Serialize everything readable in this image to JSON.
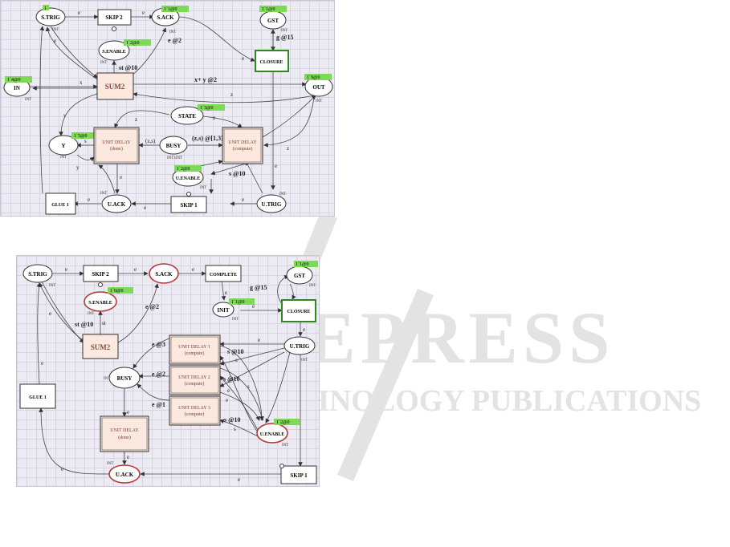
{
  "watermark": {
    "word1": "SCITEPRESS",
    "word2": "SCIENCE AND TECHNOLOGY PUBLICATIONS",
    "color": "#e3e3e3"
  },
  "colors": {
    "place_fill": "#ffffff",
    "subst_fill": "#fbe9df",
    "closure_border": "#2f8a1e",
    "token_badge": "#7ed957",
    "place_red": "#b23a3a",
    "arc": "#333333"
  },
  "diagram1": {
    "places": {
      "strig": "S.TRIG",
      "sack": "S.ACK",
      "gst": "GST",
      "senable": "S.ENABLE",
      "in": "IN",
      "out": "OUT",
      "state": "STATE",
      "y": "Y",
      "busy": "BUSY",
      "uenable": "U.ENABLE",
      "uack": "U.ACK",
      "utrig": "U.TRIG"
    },
    "transitions": {
      "skip2": "SKIP 2",
      "closure": "CLOSURE",
      "sum2": "SUM2",
      "glue1": "GLUE 1",
      "skip1": "SKIP 1"
    },
    "subst": {
      "ud_done_l1": "UNIT DELAY",
      "ud_done_l2": "(done)",
      "ud_comp_l1": "UNIT DELAY",
      "ud_comp_l2": "(compute)"
    },
    "markings": {
      "strig": "1",
      "sack": "1`1@0",
      "gst": "1`1@0",
      "senable": "1`2@0",
      "in": "1`4@0",
      "out": "1`9@0",
      "state": "1`3@0",
      "y": "1`5@0",
      "uenable": "1`2@0"
    },
    "types": {
      "int": "INT",
      "intxint": "INTxINT"
    },
    "labels": {
      "e": "e",
      "e2": "e @2",
      "st10": "st @10",
      "g15": "g @15",
      "xy2": "x+ y @2",
      "zs": "(z,s) @[1,3]",
      "zs_plain": "(z,s)",
      "s10": "s @10",
      "x": "x",
      "y": "y",
      "z": "z",
      "s": "s",
      "v": "v",
      "st": "st",
      "g": "g"
    }
  },
  "diagram2": {
    "places": {
      "strig": "S.TRIG",
      "sack": "S.ACK",
      "gst": "GST",
      "senable": "S.ENABLE",
      "init": "INIT",
      "busy": "BUSY",
      "utrig": "U.TRIG",
      "uenable": "U.ENABLE",
      "uack": "U.ACK"
    },
    "transitions": {
      "skip2": "SKIP 2",
      "complete": "COMPLETE",
      "closure": "CLOSURE",
      "sum2": "SUM2",
      "glue1": "GLUE 1",
      "skip1": "SKIP 1"
    },
    "subst": {
      "ud1_l1": "UNIT DELAY 1",
      "ud1_l2": "(compute)",
      "ud2_l1": "UNIT DELAY 2",
      "ud2_l2": "(compute)",
      "ud3_l1": "UNIT DELAY 3",
      "ud3_l2": "(compute)",
      "udd_l1": "UNIT DELAY",
      "udd_l2": "(done)"
    },
    "markings": {
      "gst": "1`1@0",
      "senable": "1`0@0",
      "init": "1`1@0",
      "uenable": "1`2@0"
    },
    "types": {
      "int": "INT"
    },
    "labels": {
      "e": "e",
      "e2": "e @2",
      "e3": "e @3",
      "e1": "e @1",
      "st10": "st @10",
      "g15": "g @15",
      "s10": "s @10",
      "s": "s",
      "st": "st"
    }
  }
}
